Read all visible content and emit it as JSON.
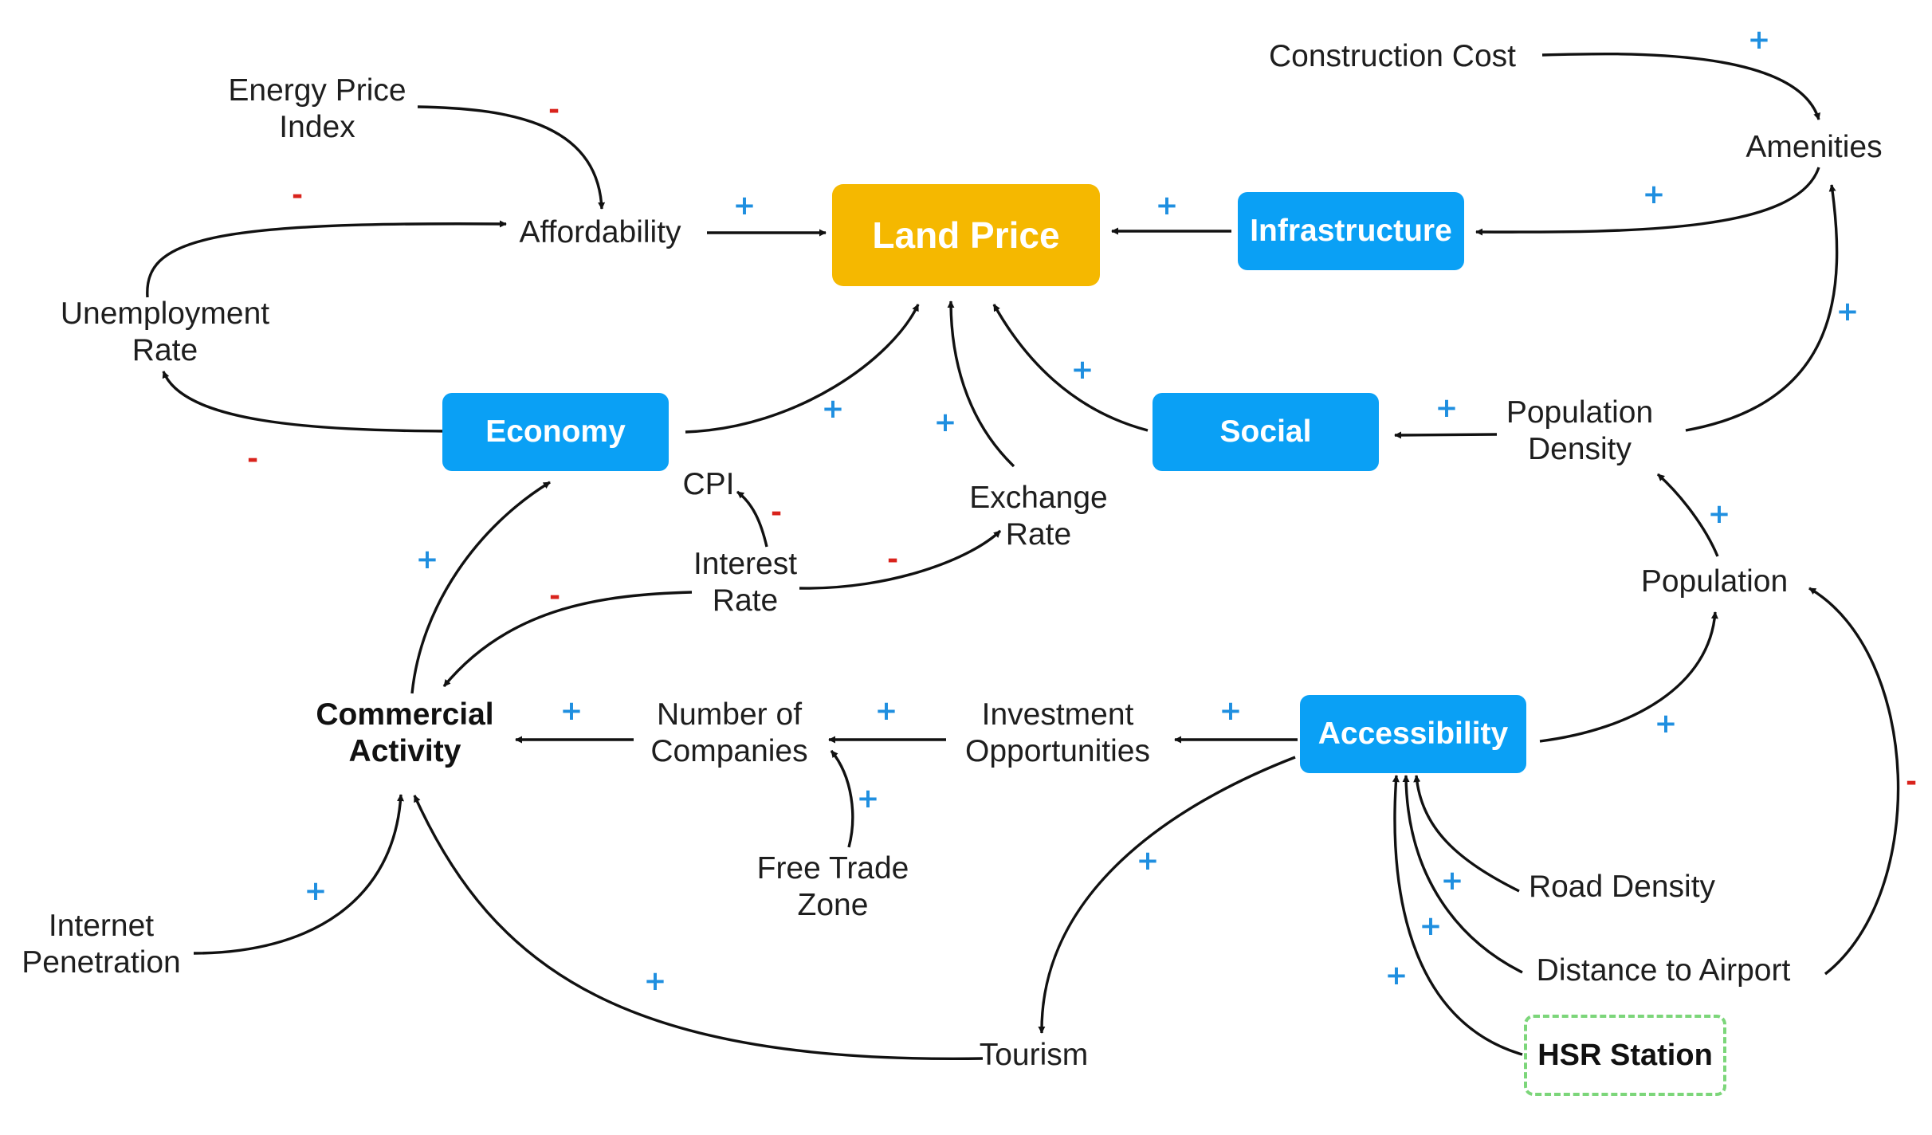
{
  "colors": {
    "accent_blue": "#0aa0f5",
    "accent_gold": "#f5b800",
    "hsr_border": "#7cd67a",
    "positive_sign": "#1f8fe0",
    "negative_sign": "#d9231c",
    "arrow": "#111111"
  },
  "boxes": {
    "land_price": "Land Price",
    "infrastructure": "Infrastructure",
    "economy": "Economy",
    "social": "Social",
    "accessibility": "Accessibility",
    "hsr_station": "HSR Station"
  },
  "variables": {
    "energy_price_index": [
      "Energy Price",
      "Index"
    ],
    "affordability": [
      "Affordability"
    ],
    "unemployment_rate": [
      "Unemployment",
      "Rate"
    ],
    "construction_cost": [
      "Construction Cost"
    ],
    "amenities": [
      "Amenities"
    ],
    "cpi": [
      "CPI"
    ],
    "interest_rate": [
      "Interest",
      "Rate"
    ],
    "exchange_rate": [
      "Exchange",
      "Rate"
    ],
    "population_density": [
      "Population",
      "Density"
    ],
    "population": [
      "Population"
    ],
    "commercial_activity": [
      "Commercial",
      "Activity"
    ],
    "number_of_companies": [
      "Number of",
      "Companies"
    ],
    "investment_opportunities": [
      "Investment",
      "Opportunities"
    ],
    "free_trade_zone": [
      "Free Trade",
      "Zone"
    ],
    "internet_penetration": [
      "Internet",
      "Penetration"
    ],
    "road_density": [
      "Road Density"
    ],
    "distance_to_airport": [
      "Distance to Airport"
    ],
    "tourism": [
      "Tourism"
    ]
  },
  "links": [
    {
      "from": "Energy Price Index",
      "to": "Affordability",
      "polarity": "-"
    },
    {
      "from": "Unemployment Rate",
      "to": "Affordability",
      "polarity": "-"
    },
    {
      "from": "Affordability",
      "to": "Land Price",
      "polarity": "+"
    },
    {
      "from": "Infrastructure",
      "to": "Land Price",
      "polarity": "+"
    },
    {
      "from": "Amenities",
      "to": "Infrastructure",
      "polarity": "+"
    },
    {
      "from": "Construction Cost",
      "to": "Amenities",
      "polarity": "+"
    },
    {
      "from": "Population Density",
      "to": "Amenities",
      "polarity": "+"
    },
    {
      "from": "Economy",
      "to": "Unemployment Rate",
      "polarity": "-"
    },
    {
      "from": "Economy",
      "to": "Land Price",
      "polarity": "+"
    },
    {
      "from": "Exchange Rate",
      "to": "Land Price",
      "polarity": "+"
    },
    {
      "from": "Social",
      "to": "Land Price",
      "polarity": "+"
    },
    {
      "from": "Population Density",
      "to": "Social",
      "polarity": "+"
    },
    {
      "from": "Interest Rate",
      "to": "CPI",
      "polarity": "-"
    },
    {
      "from": "Interest Rate",
      "to": "Exchange Rate",
      "polarity": "-"
    },
    {
      "from": "Interest Rate",
      "to": "Commercial Activity",
      "polarity": "-"
    },
    {
      "from": "Population",
      "to": "Population Density",
      "polarity": "+"
    },
    {
      "from": "Commercial Activity",
      "to": "Economy",
      "polarity": "+"
    },
    {
      "from": "Number of Companies",
      "to": "Commercial Activity",
      "polarity": "+"
    },
    {
      "from": "Investment Opportunities",
      "to": "Number of Companies",
      "polarity": "+"
    },
    {
      "from": "Accessibility",
      "to": "Investment Opportunities",
      "polarity": "+"
    },
    {
      "from": "Accessibility",
      "to": "Population",
      "polarity": "+"
    },
    {
      "from": "Distance to Airport",
      "to": "Population",
      "polarity": "-"
    },
    {
      "from": "Free Trade Zone",
      "to": "Number of Companies",
      "polarity": "+"
    },
    {
      "from": "Internet Penetration",
      "to": "Commercial Activity",
      "polarity": "+"
    },
    {
      "from": "Tourism",
      "to": "Commercial Activity",
      "polarity": "+"
    },
    {
      "from": "Accessibility",
      "to": "Tourism",
      "polarity": "+"
    },
    {
      "from": "Road Density",
      "to": "Accessibility",
      "polarity": "+"
    },
    {
      "from": "Distance to Airport",
      "to": "Accessibility",
      "polarity": "+"
    },
    {
      "from": "HSR Station",
      "to": "Accessibility",
      "polarity": "+"
    }
  ]
}
